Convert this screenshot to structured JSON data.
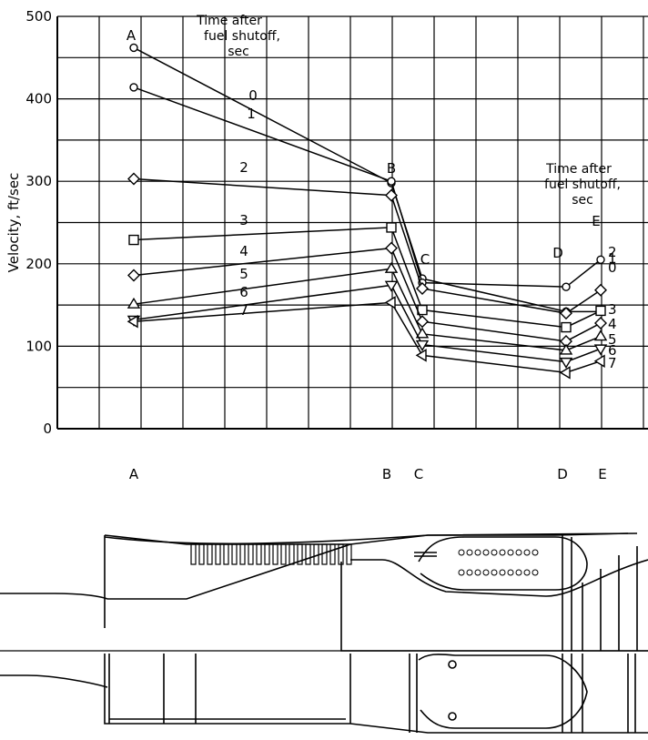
{
  "chart_data": {
    "type": "line",
    "ylabel": "Velocity, ft/sec",
    "ylim": [
      0,
      500
    ],
    "yticks": [
      0,
      100,
      200,
      300,
      400,
      500
    ],
    "grid": true,
    "legend_title_left": [
      "Time after",
      "fuel shutoff,",
      "sec"
    ],
    "legend_title_right": [
      "Time after",
      "fuel shutoff,",
      "sec"
    ],
    "categories": [
      "A",
      "B",
      "C",
      "D",
      "E"
    ],
    "series": [
      {
        "name": "0",
        "marker": "circle",
        "values": [
          462,
          298,
          182,
          142,
          142
        ]
      },
      {
        "name": "1",
        "marker": "circle",
        "values": [
          414,
          300,
          177,
          172,
          205
        ]
      },
      {
        "name": "2",
        "marker": "diamond",
        "values": [
          303,
          283,
          170,
          140,
          168
        ]
      },
      {
        "name": "3",
        "marker": "square",
        "values": [
          229,
          244,
          144,
          123,
          143
        ]
      },
      {
        "name": "4",
        "marker": "diamond",
        "values": [
          186,
          219,
          130,
          106,
          128
        ]
      },
      {
        "name": "5",
        "marker": "triangle-up",
        "values": [
          151,
          194,
          115,
          95,
          112
        ]
      },
      {
        "name": "6",
        "marker": "triangle-down",
        "values": [
          132,
          174,
          102,
          81,
          97
        ]
      },
      {
        "name": "7",
        "marker": "triangle-left",
        "values": [
          130,
          153,
          89,
          68,
          82
        ]
      }
    ]
  },
  "station_labels": [
    "A",
    "B",
    "C",
    "D",
    "E"
  ],
  "engine_diagram": {
    "description_labels": [
      "A",
      "B",
      "C",
      "D",
      "E"
    ]
  }
}
